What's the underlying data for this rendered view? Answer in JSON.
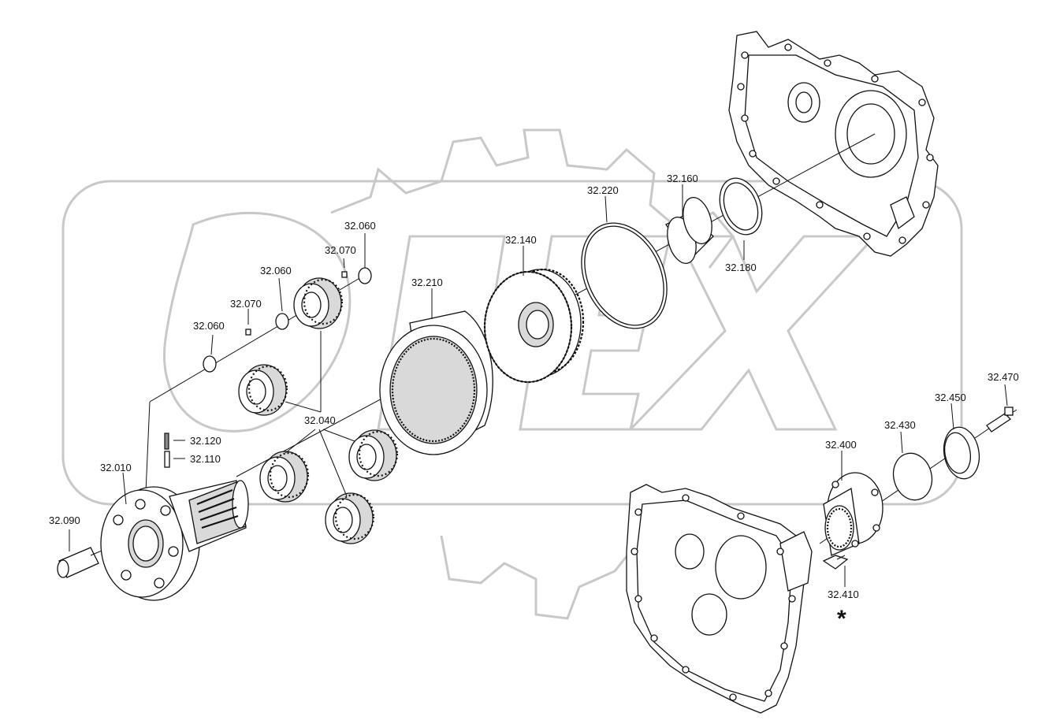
{
  "labels": {
    "p32010": "32.010",
    "p32040": "32.040",
    "p32060a": "32.060",
    "p32060b": "32.060",
    "p32060c": "32.060",
    "p32070a": "32.070",
    "p32070b": "32.070",
    "p32090": "32.090",
    "p32110": "32.110",
    "p32120": "32.120",
    "p32140": "32.140",
    "p32160": "32.160",
    "p32180": "32.180",
    "p32210": "32.210",
    "p32220": "32.220",
    "p32400": "32.400",
    "p32410": "32.410",
    "p32430": "32.430",
    "p32450": "32.450",
    "p32470": "32.470"
  },
  "marks": {
    "asterisk": "*"
  },
  "watermark": {
    "brand_color": "#c8c8c8"
  }
}
